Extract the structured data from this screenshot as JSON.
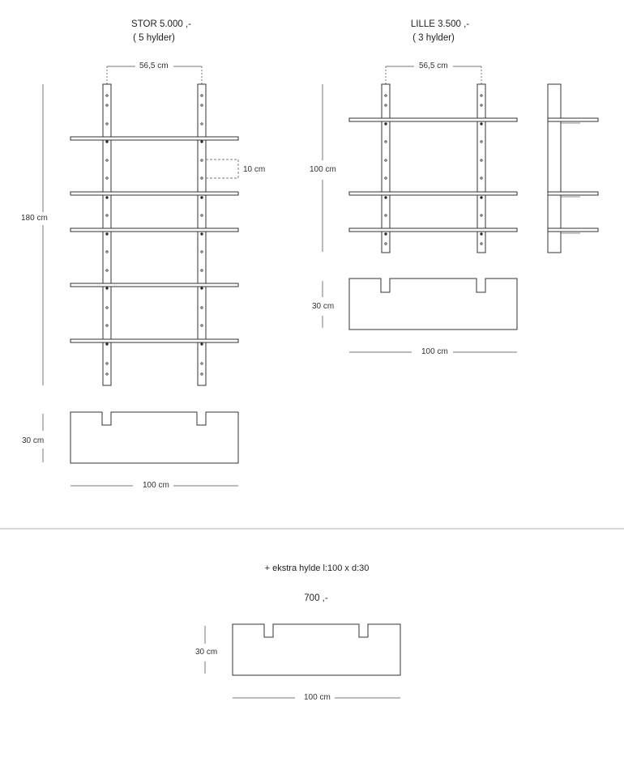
{
  "stor": {
    "title": "STOR  5.000 ,-",
    "subtitle": "( 5 hylder)",
    "width_label": "56,5 cm",
    "spacing_label": "10 cm",
    "height_label": "180 cm",
    "depth_label": "30 cm",
    "length_label": "100 cm"
  },
  "lille": {
    "title": "LILLE 3.500 ,-",
    "subtitle": "( 3 hylder)",
    "width_label": "56,5 cm",
    "height_label": "100 cm",
    "depth_label": "30 cm",
    "length_label": "100 cm"
  },
  "extra": {
    "title": "+  ekstra hylde l:100 x d:30",
    "price": "700 ,-",
    "depth_label": "30 cm",
    "length_label": "100 cm"
  }
}
